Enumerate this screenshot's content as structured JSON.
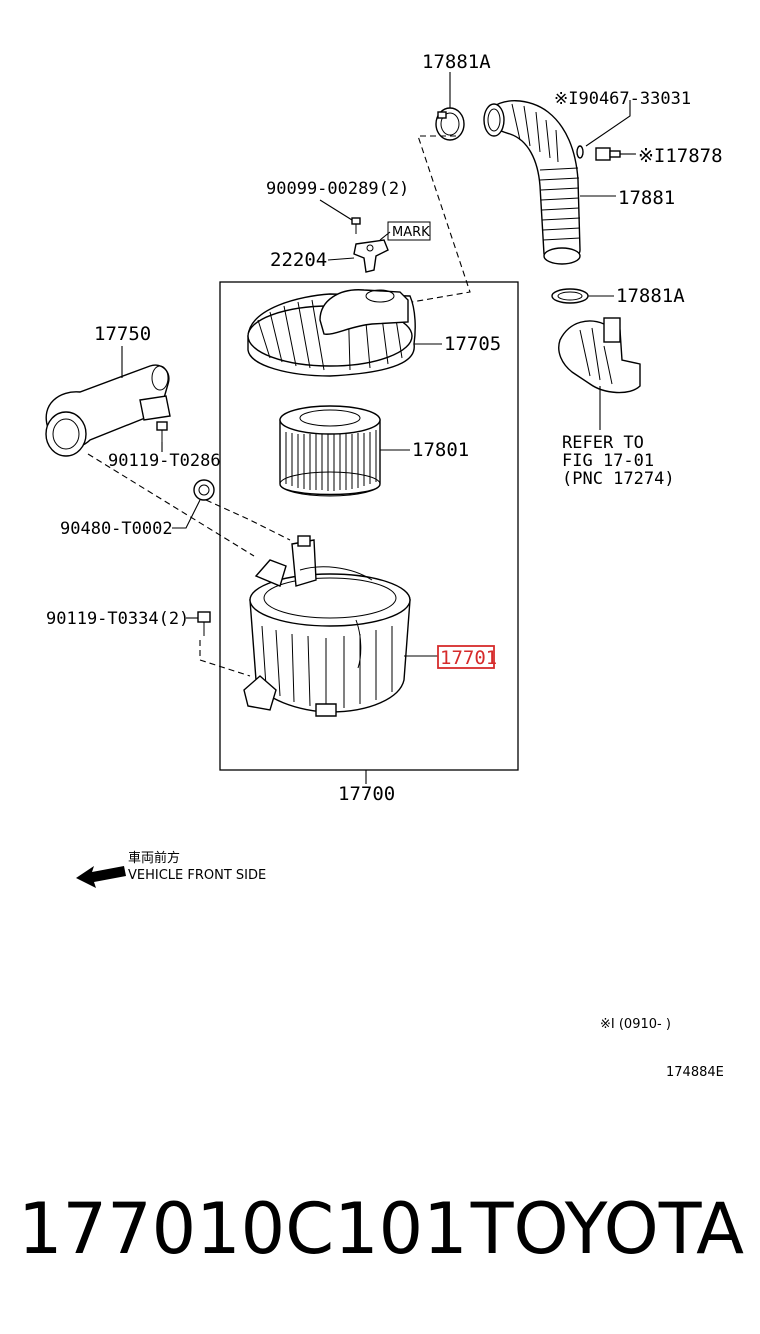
{
  "callouts": {
    "c17881A_top": "17881A",
    "c90467": "※I90467-33031",
    "c17878": "※I17878",
    "c17881": "17881",
    "c90099": "90099-00289(2)",
    "mark": "MARK",
    "c22204": "22204",
    "c17881A_mid": "17881A",
    "c17750": "17750",
    "c17705": "17705",
    "c17801": "17801",
    "c90119_t0286": "90119-T0286",
    "c90480": "90480-T0002",
    "c90119_t0334": "90119-T0334(2)",
    "c17701": "17701",
    "c17700": "17700"
  },
  "refer": {
    "line1": "REFER TO",
    "line2": "FIG 17-01",
    "line3": "(PNC 17274)"
  },
  "direction": {
    "jp": "車両前方",
    "en": "VEHICLE FRONT SIDE"
  },
  "footnote": "※I (0910-        )",
  "diagram_id": "174884E",
  "footer": {
    "part_number": "177010C101",
    "brand": "TOYOTA"
  },
  "colors": {
    "highlight": "#d62b2b",
    "ink": "#000000"
  }
}
